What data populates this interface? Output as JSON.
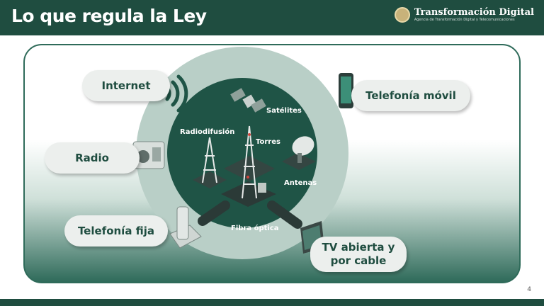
{
  "slide": {
    "title": "Lo que regula la Ley",
    "page_number": "4"
  },
  "brand": {
    "name": "Transformación Digital",
    "subtitle": "Agencia de Transformación Digital y Telecomunicaciones"
  },
  "services": {
    "internet": "Internet",
    "telefonia_movil": "Telefonía móvil",
    "radio": "Radio",
    "telefonia_fija": "Telefonía fija",
    "tv": "TV abierta y por cable"
  },
  "infrastructure": {
    "satelites": "Satélites",
    "radiodifusion": "Radiodifusión",
    "torres": "Torres",
    "antenas": "Antenas",
    "fibra_optica": "Fibra óptica"
  },
  "colors": {
    "primary": "#1f4d40",
    "ring": "#b9cfc7",
    "core": "#1f5446",
    "pill": "#ecefed"
  }
}
